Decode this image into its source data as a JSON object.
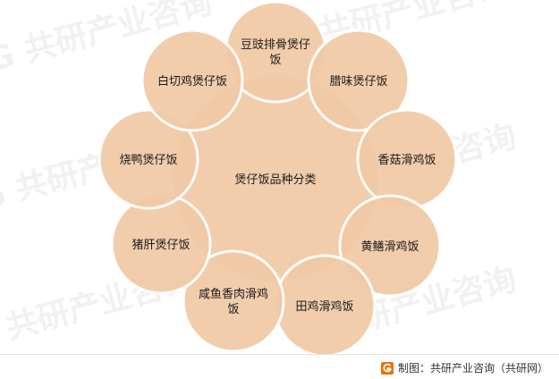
{
  "diagram": {
    "center": "煲仔饭品种分类",
    "items": [
      {
        "id": "chixiang",
        "text": "豆豉排骨煲仔饭"
      },
      {
        "id": "lawei",
        "text": "腊味煲仔饭"
      },
      {
        "id": "xianggu",
        "text": "香菇滑鸡饭"
      },
      {
        "id": "huangshan",
        "text": "黄鳝滑鸡饭"
      },
      {
        "id": "tianji",
        "text": "田鸡滑鸡饭"
      },
      {
        "id": "xianyu",
        "text": "咸鱼香肉滑鸡饭"
      },
      {
        "id": "zhugan",
        "text": "猪肝煲仔饭"
      },
      {
        "id": "shaoya",
        "text": "烧鸭煲仔饭"
      },
      {
        "id": "baiqie",
        "text": "白切鸡煲仔饭"
      }
    ]
  },
  "source": {
    "text": "制图：共研产业咨询（共研网）"
  },
  "colors": {
    "circle_fill": "#f0c9a6",
    "circle_stroke": "#ffffff",
    "center_fill": "#f0c9a6",
    "text": "#1a1a1a",
    "logo": "#e8720c"
  }
}
